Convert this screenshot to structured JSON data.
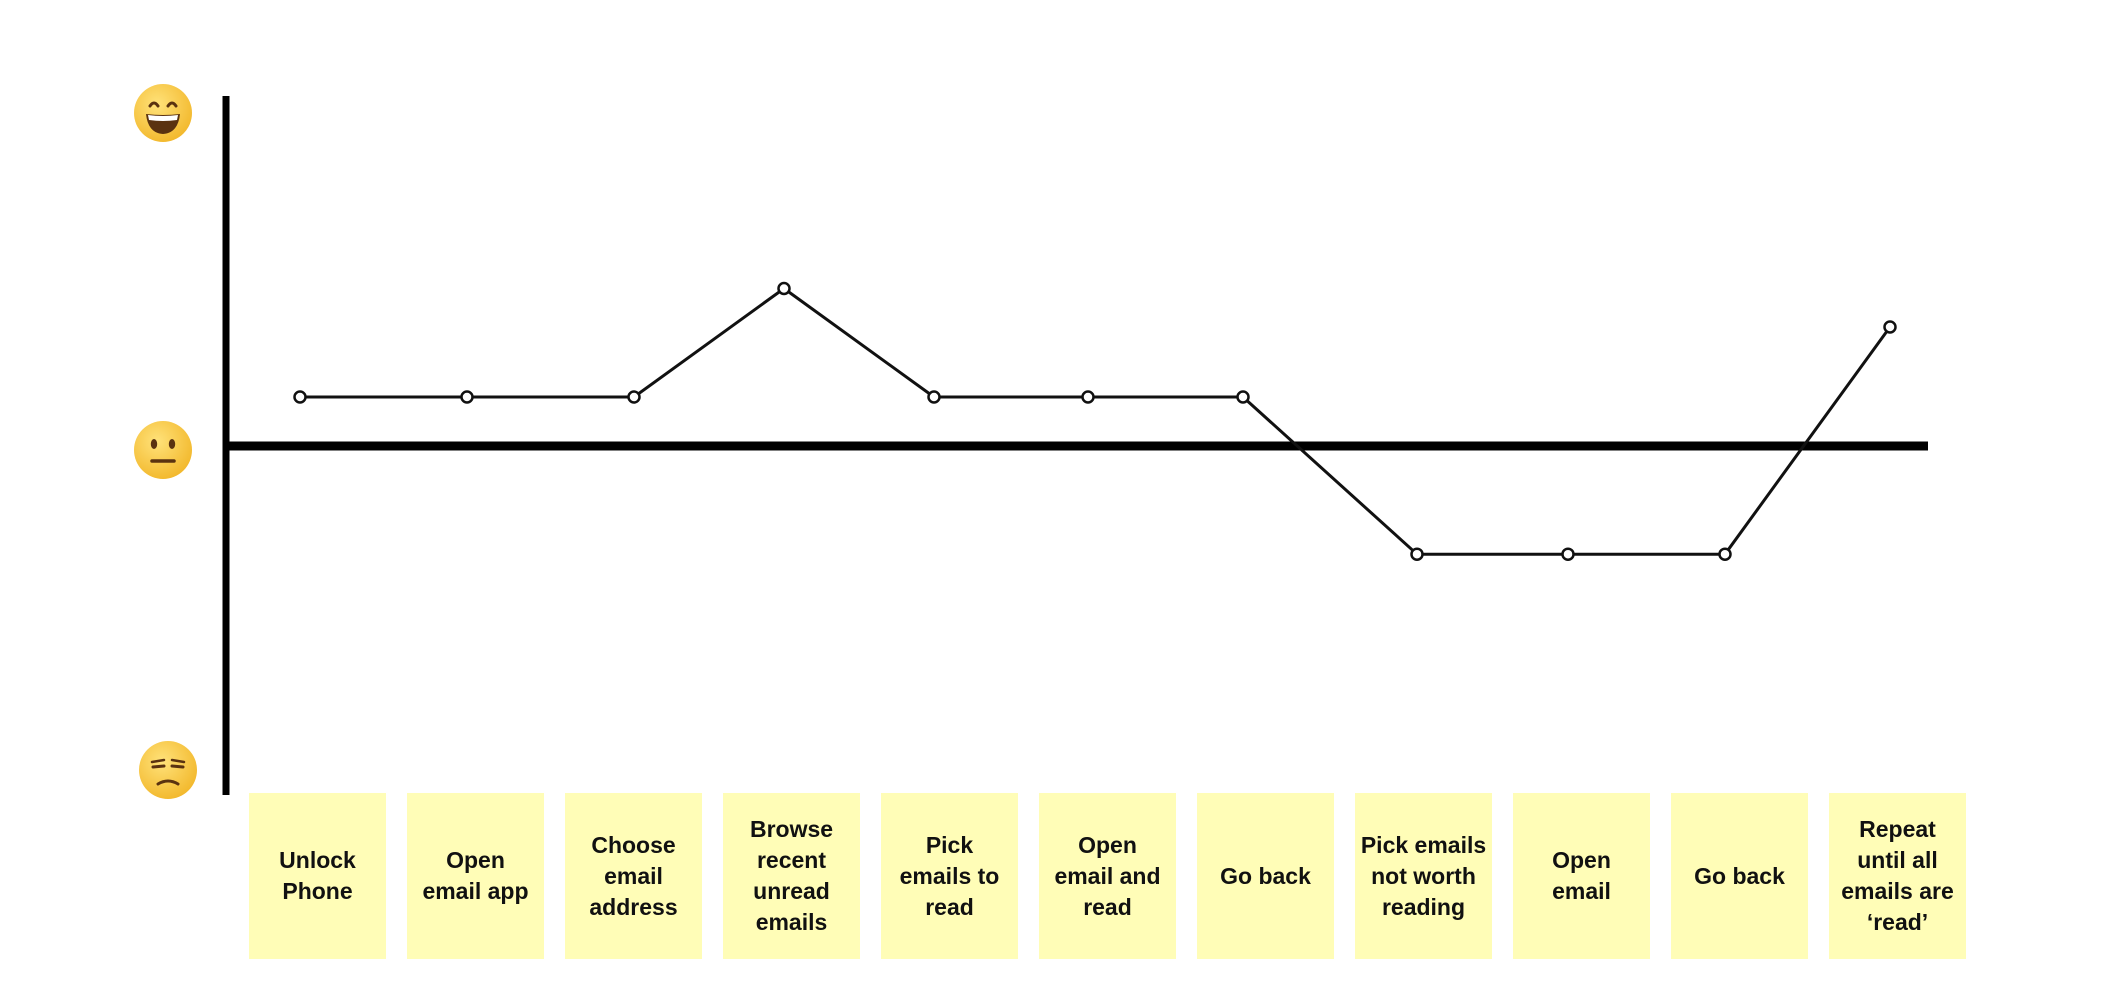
{
  "colors": {
    "axis": "#000000",
    "line": "#111111",
    "point_fill": "#ffffff",
    "note": "#fffdb7",
    "emoji_face": "#f6c13a",
    "emoji_features": "#5a3210"
  },
  "emojis": [
    {
      "name": "grinning-face-icon",
      "mood": "happy"
    },
    {
      "name": "neutral-face-icon",
      "mood": "neutral"
    },
    {
      "name": "unamused-face-icon",
      "mood": "unhappy"
    }
  ],
  "chart_data": {
    "type": "line",
    "y_scale": [
      "unhappy",
      "neutral",
      "happy"
    ],
    "ylim": [
      -1,
      1
    ],
    "categories": [
      "Unlock Phone",
      "Open email app",
      "Choose email address",
      "Browse recent unread emails",
      "Pick emails to read",
      "Open email and read",
      "Go back",
      "Pick emails not worth reading",
      "Open email",
      "Go back",
      "Repeat until all emails are ‘read’"
    ],
    "values": [
      0.14,
      0.14,
      0.14,
      0.45,
      0.14,
      0.14,
      0.14,
      -0.31,
      -0.31,
      -0.31,
      0.34
    ]
  },
  "steps": [
    {
      "label": "Unlock\nPhone"
    },
    {
      "label": "Open\nemail app"
    },
    {
      "label": "Choose\nemail\naddress"
    },
    {
      "label": "Browse\nrecent\nunread\nemails"
    },
    {
      "label": "Pick\nemails to\nread"
    },
    {
      "label": "Open\nemail and\nread"
    },
    {
      "label": "Go back"
    },
    {
      "label": "Pick emails\nnot worth\nreading"
    },
    {
      "label": "Open\nemail"
    },
    {
      "label": "Go back"
    },
    {
      "label": "Repeat\nuntil all\nemails are\n‘read’"
    }
  ]
}
